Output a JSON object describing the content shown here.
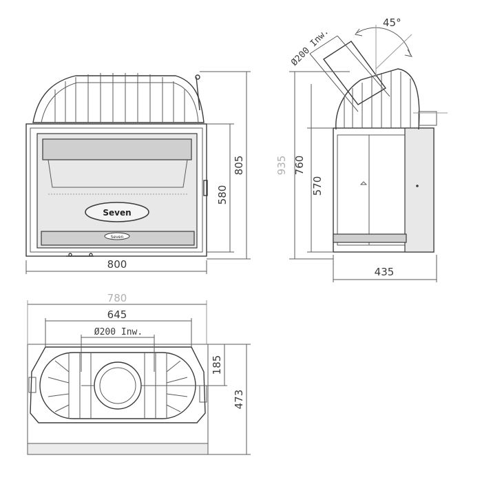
{
  "drawing": {
    "front_view": {
      "width_label": "800",
      "opening_height_label": "580",
      "total_height_label": "805",
      "logo_text": "Seven",
      "logo_small_text": "Seven"
    },
    "side_view": {
      "flue_label": "Ø200 Inw.",
      "angle_label": "45°",
      "ghost_label": "935",
      "height_760_label": "760",
      "height_570_label": "570",
      "depth_label": "435"
    },
    "top_view": {
      "outer_width_label": "780",
      "inner_width_label": "645",
      "flue_label": "Ø200 Inw.",
      "offset_label": "185",
      "depth_label": "473"
    }
  }
}
